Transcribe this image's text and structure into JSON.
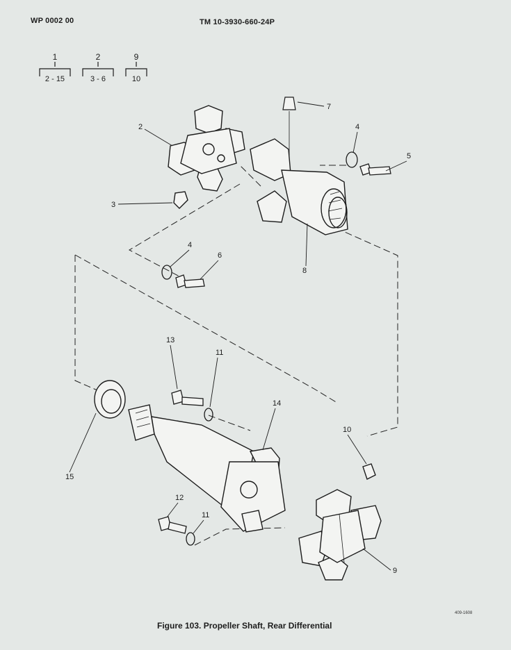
{
  "header": {
    "wp": "WP 0002 00",
    "tm": "TM 10-3930-660-24P"
  },
  "legend": [
    {
      "top": "1",
      "bottom": "2 - 15"
    },
    {
      "top": "2",
      "bottom": "3 - 6"
    },
    {
      "top": "9",
      "bottom": "10"
    }
  ],
  "callouts": {
    "c2": "2",
    "c3": "3",
    "c4a": "4",
    "c5": "5",
    "c7": "7",
    "c4b": "4",
    "c6": "6",
    "c8": "8",
    "c13": "13",
    "c11a": "11",
    "c14": "14",
    "c15": "15",
    "c10": "10",
    "c12": "12",
    "c11b": "11",
    "c9": "9"
  },
  "caption": "Figure 103. Propeller Shaft, Rear Differential",
  "code": "409-1608"
}
